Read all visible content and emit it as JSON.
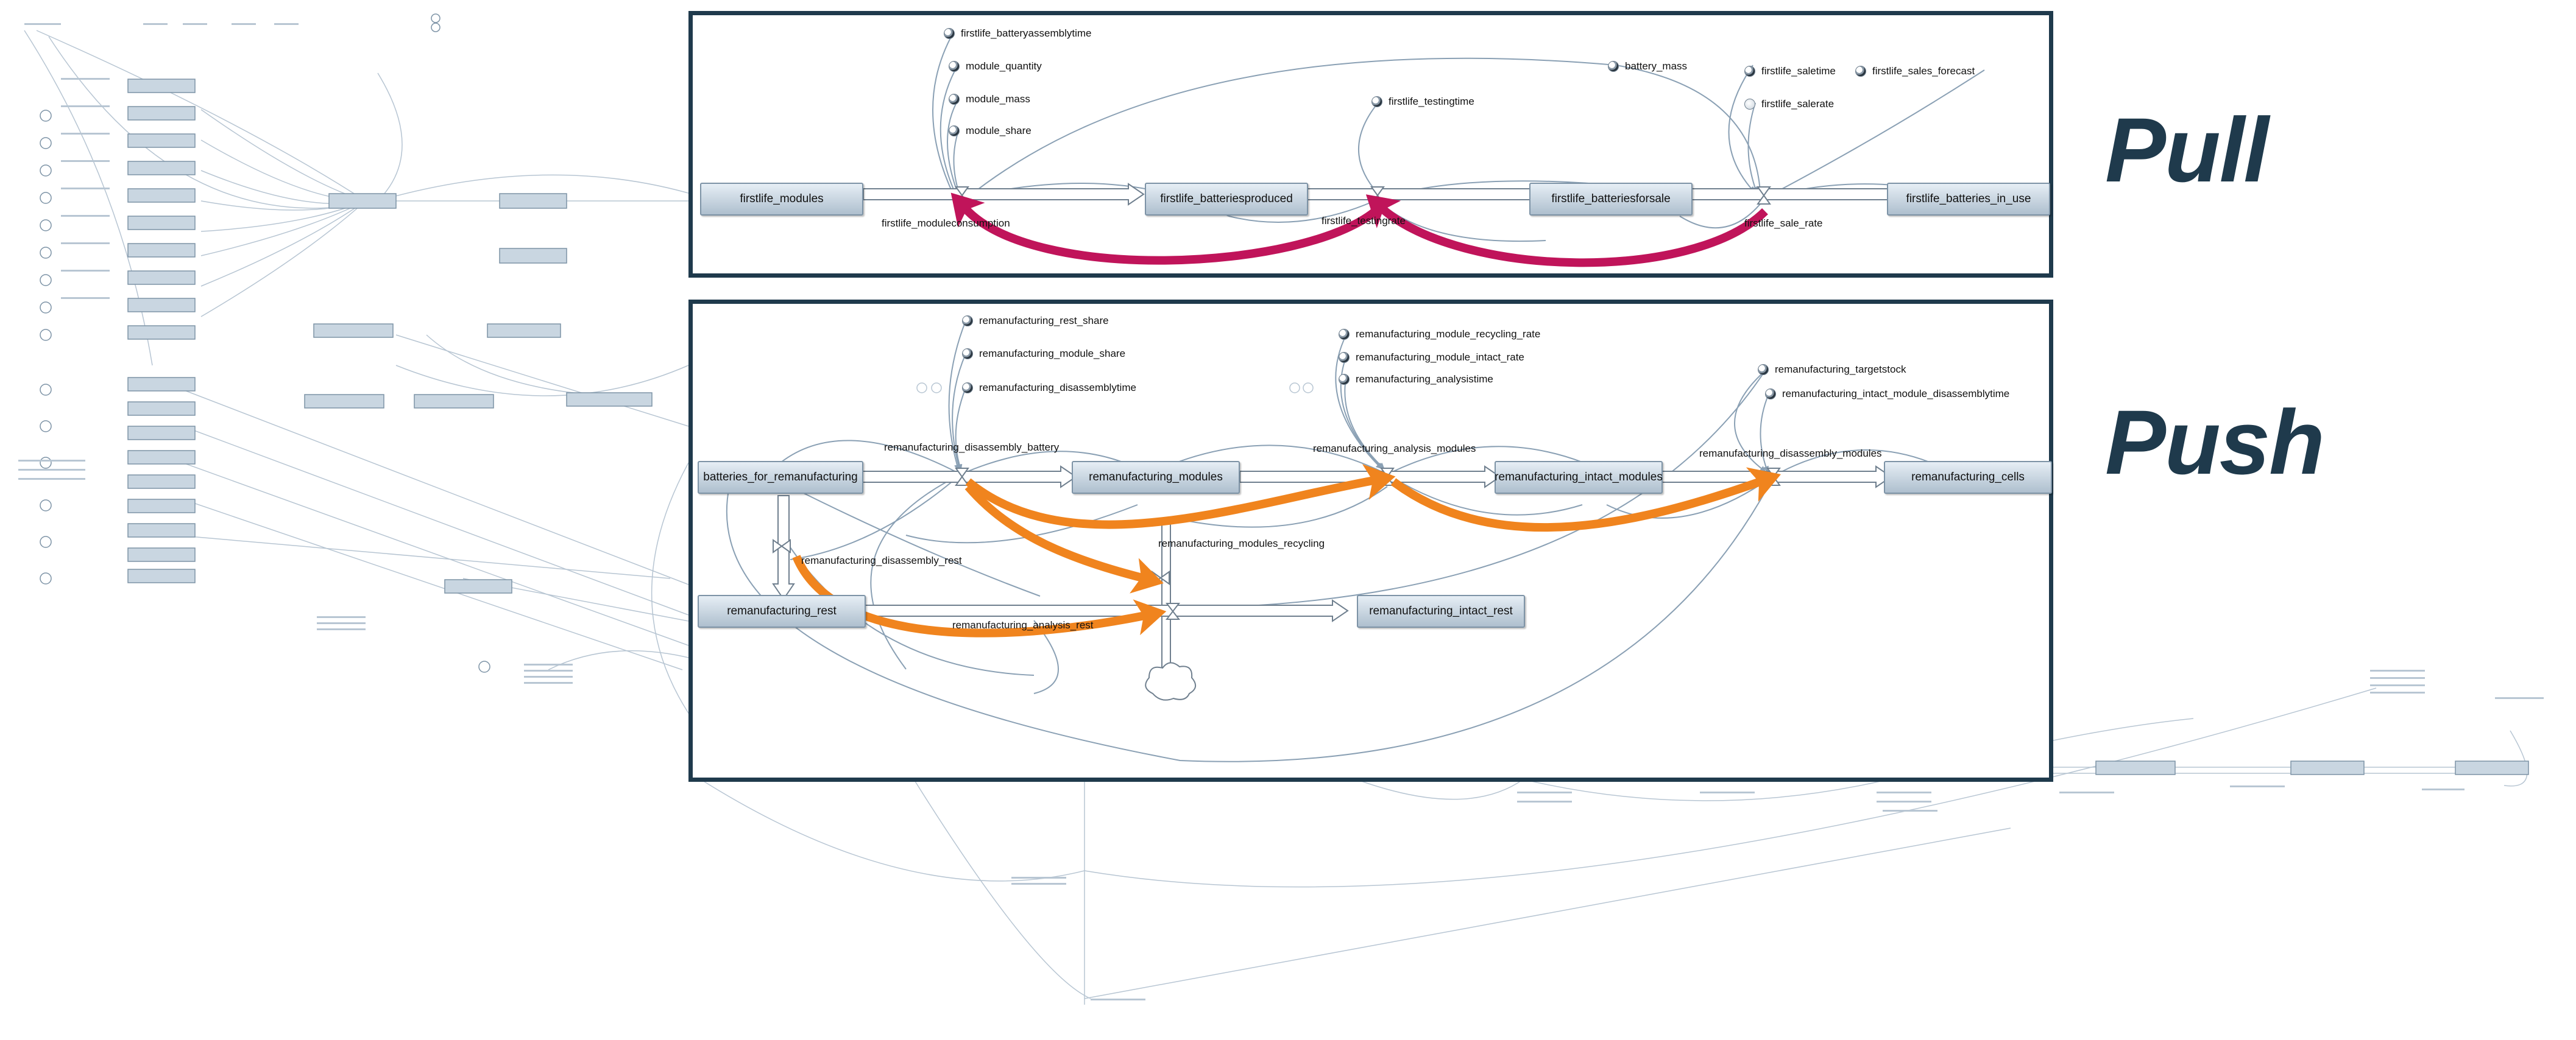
{
  "pull": {
    "title": "Pull",
    "stocks": {
      "s1": "firstlife_modules",
      "s2": "firstlife_batteriesproduced",
      "s3": "firstlife_batteriesforsale",
      "s4": "firstlife_batteries_in_use"
    },
    "flows": {
      "f1": "firstlife_moduleconsumption",
      "f2": "firstlife_testingrate",
      "f3": "firstlife_sale_rate"
    },
    "vars": {
      "v1": "firstlife_batteryassemblytime",
      "v2": "module_quantity",
      "v3": "module_mass",
      "v4": "module_share",
      "v5": "firstlife_testingtime",
      "v6": "battery_mass",
      "v7": "firstlife_saletime",
      "v8": "firstlife_salerate",
      "v9": "firstlife_sales_forecast"
    }
  },
  "push": {
    "title": "Push",
    "stocks": {
      "s1": "batteries_for_remanufacturing",
      "s2": "remanufacturing_modules",
      "s3": "remanufacturing_intact_modules",
      "s4": "remanufacturing_cells",
      "s5": "remanufacturing_rest",
      "s6": "remanufacturing_intact_rest"
    },
    "flows": {
      "f1": "remanufacturing_disassembly_battery",
      "f2": "remanufacturing_analysis_modules",
      "f3": "remanufacturing_disassembly_modules",
      "f4": "remanufacturing_modules_recycling",
      "f5": "remanufacturing_disassembly_rest",
      "f6": "remanufacturing_analysis_rest"
    },
    "vars": {
      "v1": "remanufacturing_rest_share",
      "v2": "remanufacturing_module_share",
      "v3": "remanufacturing_disassemblytime",
      "v4": "remanufacturing_module_recycling_rate",
      "v5": "remanufacturing_module_intact_rate",
      "v6": "remanufacturing_analysistime",
      "v7": "remanufacturing_targetstock",
      "v8": "remanufacturing_intact_module_disassemblytime"
    }
  },
  "colors": {
    "frame": "#1f3a4c",
    "pull_arrow": "#c0145a",
    "push_arrow": "#f0841e",
    "connector": "#8aa0b4",
    "green_link": "#2e8b2e"
  }
}
